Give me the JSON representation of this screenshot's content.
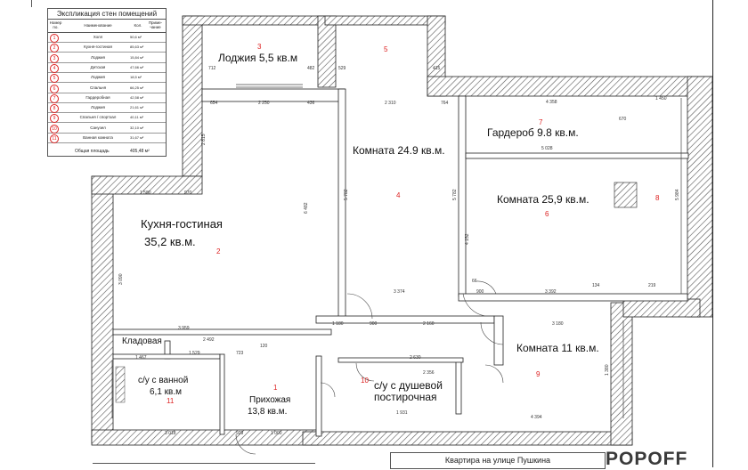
{
  "legend": {
    "title": "Экспликация стен помещений",
    "head_num": "Номер по.",
    "head_name": "Наименование",
    "head_area": "Кол.",
    "head_note": "Приме-чание",
    "rows": [
      {
        "n": "1",
        "name": "Холл",
        "area": "50,6 м²"
      },
      {
        "n": "2",
        "name": "Кухня-гостиная",
        "area": "85,63 м²"
      },
      {
        "n": "3",
        "name": "Лоджия",
        "area": "15,84 м²"
      },
      {
        "n": "4",
        "name": "Детская",
        "area": "47,66 м²"
      },
      {
        "n": "5",
        "name": "Лоджия",
        "area": "18,5 м²"
      },
      {
        "n": "6",
        "name": "Спальня",
        "area": "66,25 м²"
      },
      {
        "n": "7",
        "name": "Гардеробная",
        "area": "42,58 м²"
      },
      {
        "n": "8",
        "name": "Лоджия",
        "area": "21,61 м²"
      },
      {
        "n": "9",
        "name": "Спальня / спортзал",
        "area": "40,11 м²"
      },
      {
        "n": "10",
        "name": "Санузел",
        "area": "32,10 м²"
      },
      {
        "n": "11",
        "name": "Ванная комната",
        "area": "31,67 м²"
      }
    ],
    "total_label": "Общая площадь",
    "total_value": "405,48 м²"
  },
  "rooms": {
    "loggia3": {
      "label": "Лоджия 5,5 кв.м",
      "num": "3"
    },
    "loggia5": {
      "num": "5"
    },
    "room4": {
      "label": "Комната 24.9 кв.м.",
      "num": "4"
    },
    "wardrobe7": {
      "label": "Гардероб 9.8 кв.м.",
      "num": "7"
    },
    "room6": {
      "label": "Комната 25,9 кв.м.",
      "num": "6"
    },
    "loggia8": {
      "num": "8"
    },
    "kitchen2": {
      "label1": "Кухня-гостиная",
      "label2": "35,2 кв.м.",
      "num": "2"
    },
    "storage": {
      "label": "Кладовая"
    },
    "bath11": {
      "label1": "с/у с ванной",
      "label2": "6,1 кв.м",
      "num": "11"
    },
    "hall1": {
      "label1": "Прихожая",
      "label2": "13,8 кв.м.",
      "num": "1"
    },
    "shower10": {
      "label1": "с/у с душевой",
      "label2": "постирочная",
      "num": "10"
    },
    "room9": {
      "label": "Комната 11 кв.м.",
      "num": "9"
    }
  },
  "dims": {
    "d712": "712",
    "d482": "482",
    "d529": "529",
    "d415": "415",
    "d654": "654",
    "d2250": "2 250",
    "d436": "436",
    "d2310": "2 310",
    "d764": "764",
    "d4358": "4 358",
    "d1450": "1 450",
    "d670": "670",
    "d5028": "5 028",
    "d1580": "1 580",
    "d970": "970",
    "d3374": "3 374",
    "d900": "900",
    "d3392": "3 392",
    "d1180": "1 180",
    "d2160": "2 160",
    "d3180": "3 180",
    "d3959": "3 959",
    "d2492": "2 492",
    "d1467": "1 467",
    "d1529": "1 529",
    "d723": "723",
    "d2630": "2 630",
    "d2356": "2 356",
    "d4394": "4 394",
    "d3018": "3 018",
    "d1000": "1 000",
    "d929": "929",
    "d1931": "1 931",
    "d6482": "6 482",
    "d5782": "5 782",
    "d4152": "4 152",
    "d5984": "5 984",
    "d3090": "3 090",
    "d2815": "2 815",
    "d1380": "1 380",
    "d120": "120",
    "d134": "134",
    "d219": "219",
    "d66": "66"
  },
  "title_block": "Квартира на улице Пушкина",
  "brand": "POPOFF"
}
